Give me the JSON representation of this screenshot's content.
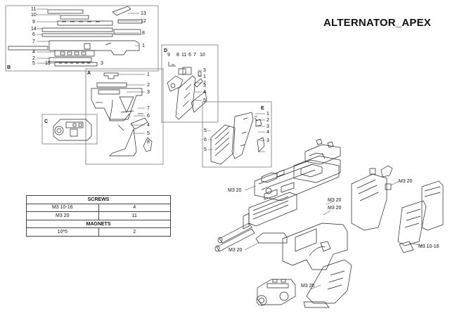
{
  "title": "ALTERNATOR_APEX",
  "views": {
    "B": {
      "letter": "B",
      "callouts": [
        "11",
        "10",
        "9",
        "14",
        "6",
        "7",
        "4",
        "2",
        "5",
        "15",
        "13",
        "12",
        "8",
        "1",
        "3"
      ]
    },
    "A": {
      "letter": "A",
      "callouts": [
        "1",
        "2",
        "3",
        "7",
        "6",
        "4",
        "5",
        "8"
      ]
    },
    "C": {
      "letter": "C"
    },
    "D": {
      "letter": "D",
      "callouts": [
        "9",
        "8",
        "11",
        "6",
        "7",
        "10",
        "3",
        "1",
        "2",
        "3",
        "4",
        "5"
      ]
    },
    "E": {
      "letter": "E",
      "callouts": [
        "1",
        "2",
        "3",
        "4",
        "3",
        "5",
        "6",
        "5"
      ]
    }
  },
  "assembly_labels": [
    "M3 20",
    "M3 20",
    "M3 20",
    "M3 20",
    "M3 20",
    "M3 20",
    "M3 10-16"
  ],
  "bom": {
    "screws_header": "SCREWS",
    "screws": [
      {
        "name": "M3 10-16",
        "qty": "4"
      },
      {
        "name": "M3 20",
        "qty": "11"
      }
    ],
    "magnets_header": "MAGNETS",
    "magnets": [
      {
        "name": "10*5",
        "qty": "2"
      }
    ]
  }
}
